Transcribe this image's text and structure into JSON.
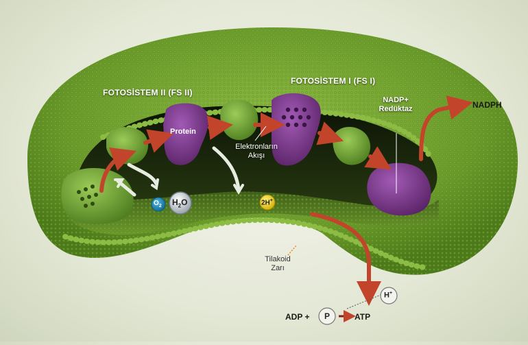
{
  "labels": {
    "fs2": "FOTOSİSTEM II (FS II)",
    "fs1": "FOTOSİSTEM I (FS I)",
    "protein": "Protein",
    "electron_flow_1": "Elektronların",
    "electron_flow_2": "Akışı",
    "nadp_reductase_1": "NADP+",
    "nadp_reductase_2": "Redüktaz",
    "nadph": "NADPH",
    "o2": "O",
    "o2_sub": "2",
    "h2o_h": "H",
    "h2o_sub": "2",
    "h2o_o": "O",
    "two_h": "2H",
    "two_h_sup": "+",
    "membrane_1": "Tilakoid",
    "membrane_2": "Zarı",
    "h_plus": "H",
    "h_plus_sup": "+",
    "adp": "ADP +",
    "p": "P",
    "atp": "ATP"
  },
  "colors": {
    "membrane_green": "#6d9a2c",
    "protein_purple": "#7a3a8c",
    "arrow_red": "#c2452b",
    "o2_blue": "#1f8fc0",
    "h_yellow": "#f0d21c"
  }
}
